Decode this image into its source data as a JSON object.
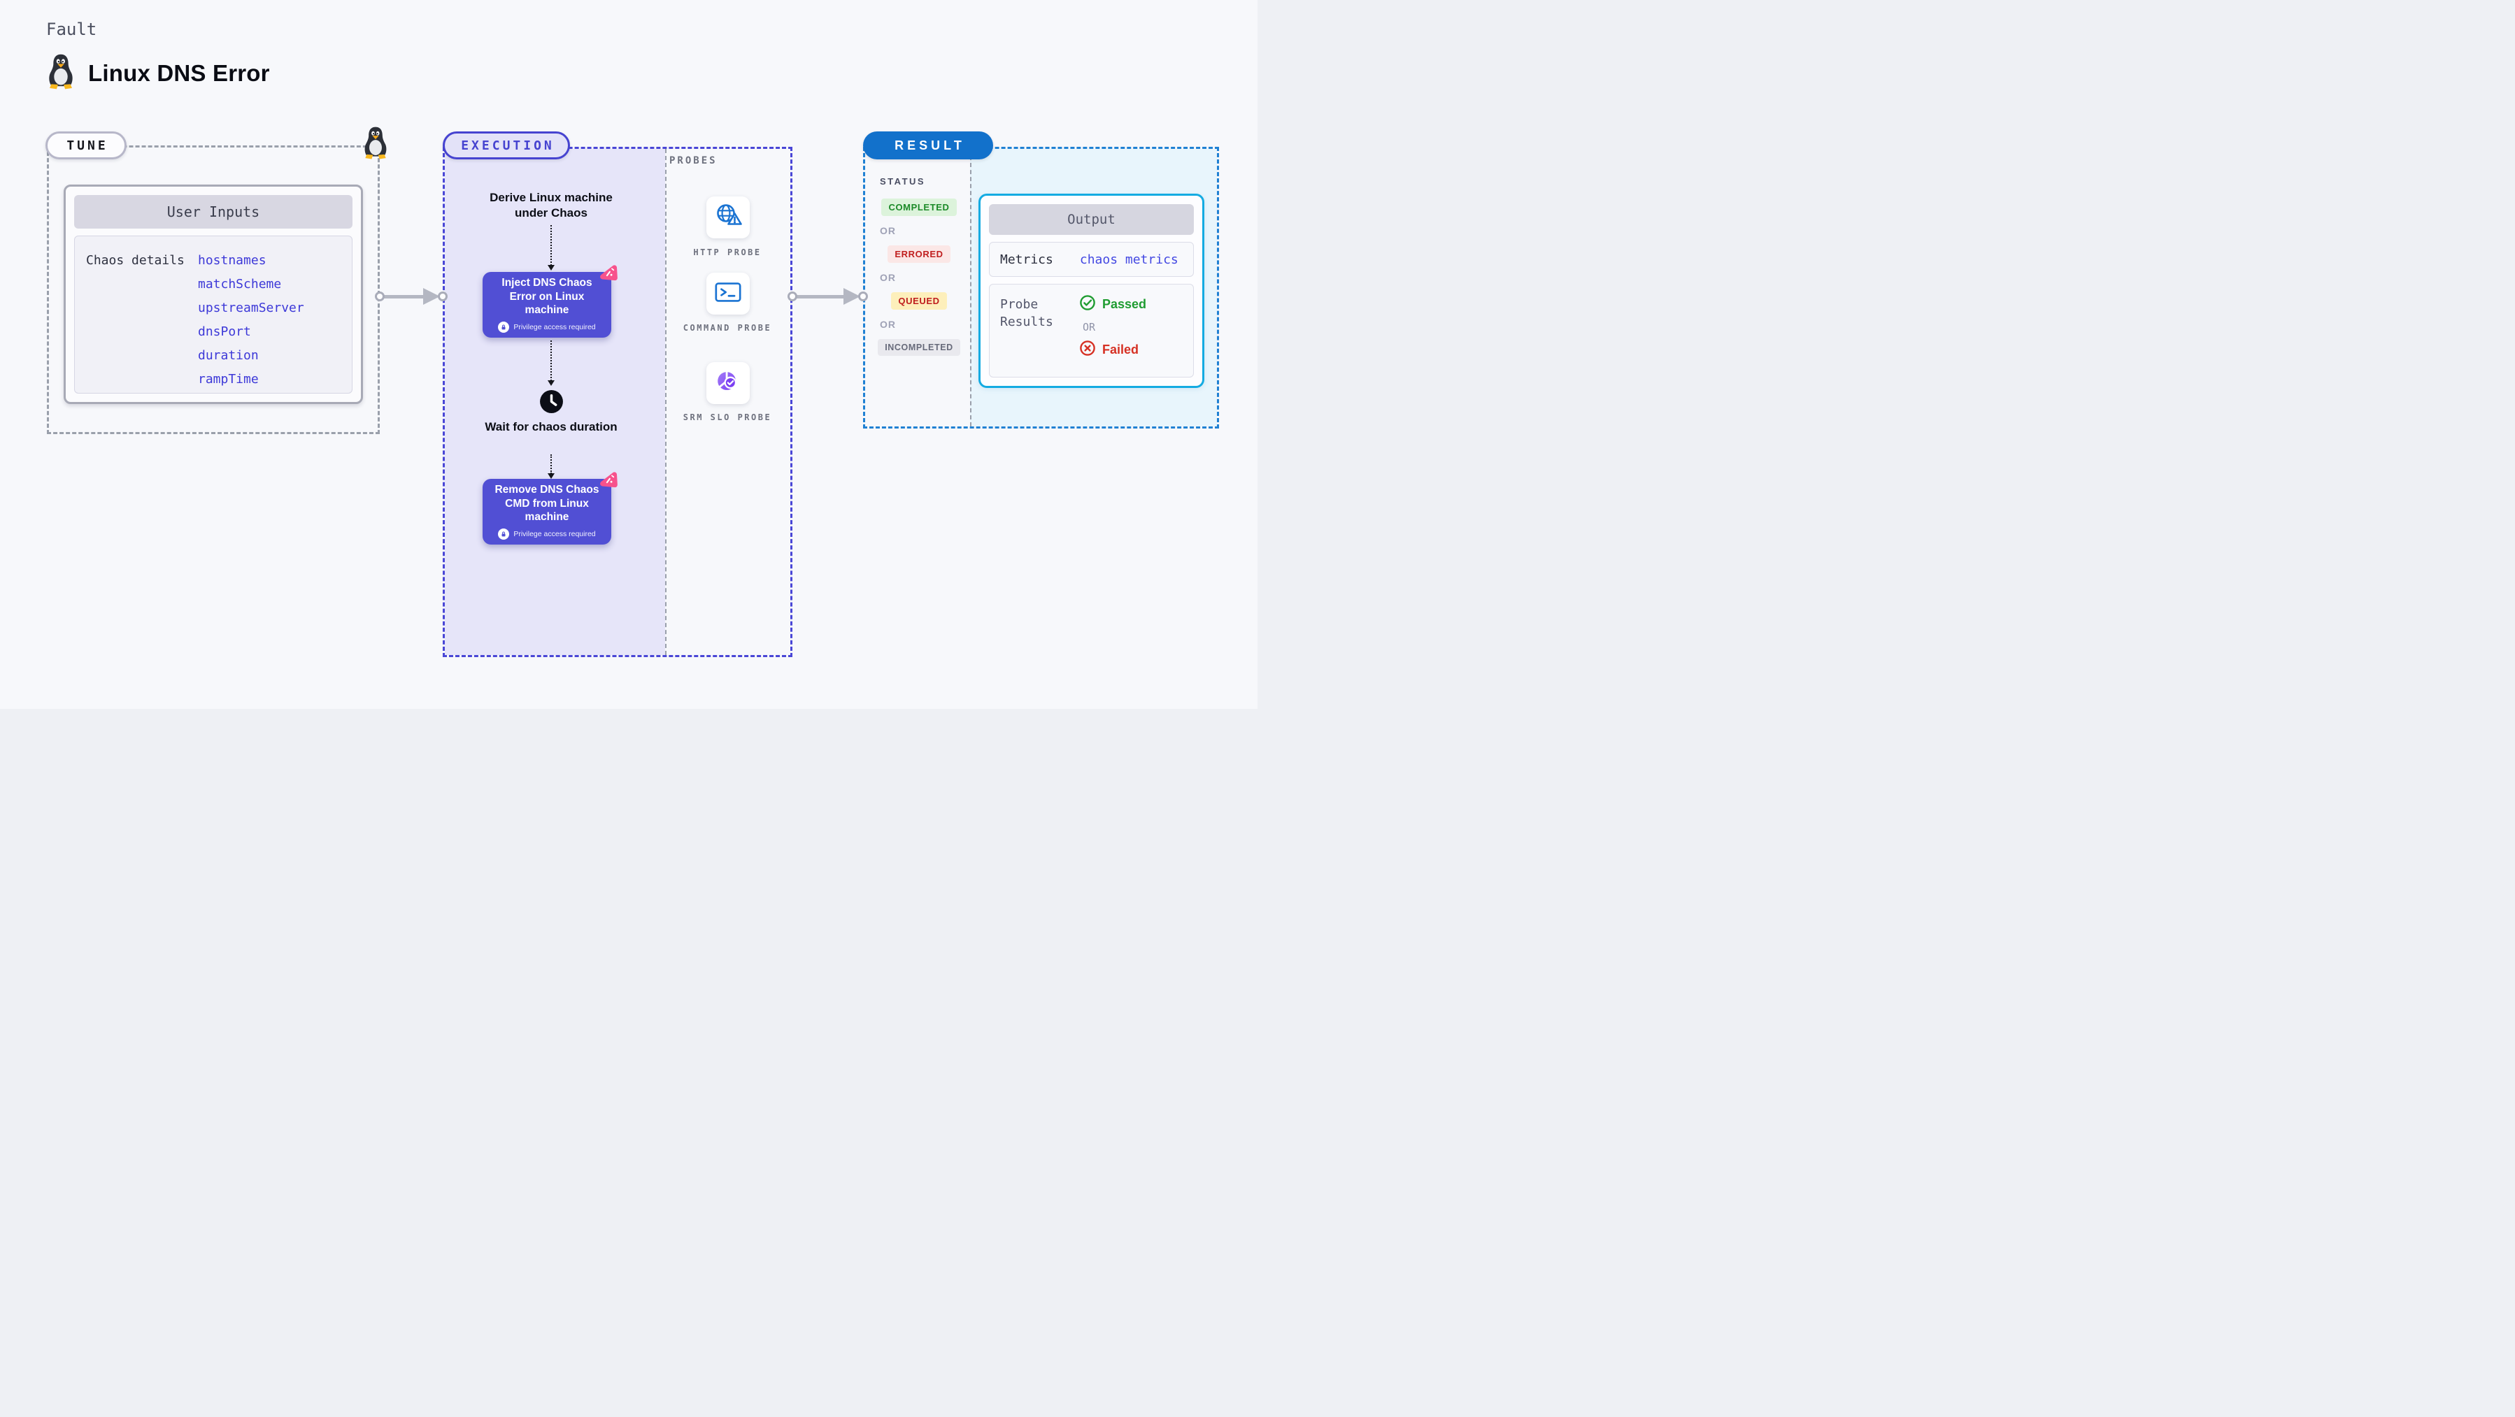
{
  "page": {
    "kicker": "Fault",
    "title": "Linux DNS Error"
  },
  "tune": {
    "label": "TUNE",
    "card_title": "User Inputs",
    "row_label": "Chaos details",
    "inputs": [
      "hostnames",
      "matchScheme",
      "upstreamServer",
      "dnsPort",
      "duration",
      "rampTime"
    ]
  },
  "execution": {
    "label": "EXECUTION",
    "derive_step": "Derive Linux machine under Chaos",
    "inject_step": "Inject DNS Chaos Error on Linux machine",
    "wait_step": "Wait for chaos duration",
    "remove_step": "Remove DNS Chaos CMD from Linux machine",
    "privilege_note": "Privilege access required"
  },
  "probes": {
    "label": "PROBES",
    "items": [
      {
        "label": "HTTP PROBE",
        "icon": "globe-alert-icon"
      },
      {
        "label": "COMMAND PROBE",
        "icon": "terminal-icon"
      },
      {
        "label": "SRM SLO PROBE",
        "icon": "slo-donut-icon"
      }
    ]
  },
  "result": {
    "label": "RESULT",
    "status_label": "STATUS",
    "or_label": "OR",
    "statuses": [
      {
        "label": "COMPLETED",
        "type": "completed"
      },
      {
        "label": "ERRORED",
        "type": "errored"
      },
      {
        "label": "QUEUED",
        "type": "queued"
      },
      {
        "label": "INCOMPLETED",
        "type": "incompleted"
      }
    ],
    "output": {
      "title": "Output",
      "metrics_label": "Metrics",
      "metrics_value": "chaos metrics",
      "probe_results_label": "Probe Results",
      "passed": "Passed",
      "or": "OR",
      "failed": "Failed"
    }
  },
  "colors": {
    "page_bg": "#f7f8fb",
    "indigo_node": "#514fd4",
    "execution_accent": "#4946d6",
    "execution_fill": "#e6e5f9",
    "result_accent": "#1271cb",
    "output_border": "#14abe2",
    "pink_chaos": "#f7528c",
    "probe_blue": "#1a73d2",
    "probe_violet": "#7b3ff2",
    "passed_green": "#1f9c31",
    "failed_red": "#d63124"
  }
}
